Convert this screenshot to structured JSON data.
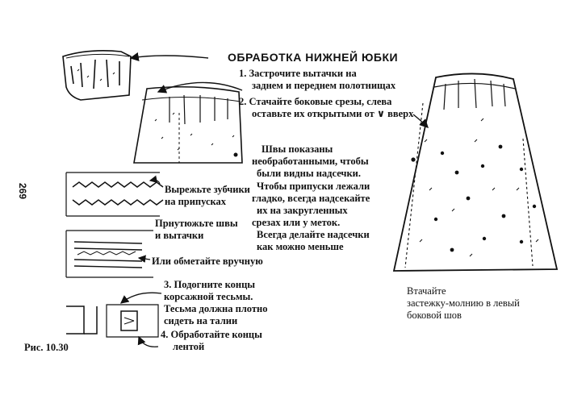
{
  "page_number": "269",
  "title": "ОБРАБОТКА НИЖНЕЙ ЮБКИ",
  "steps": {
    "step1_line1": "1. Застрочите вытачки на",
    "step1_line2": "заднем и переднем полотнищах",
    "step2_line1": "2. Стачайте боковые срезы, слева",
    "step2_line2": "оставьте их открытыми от ∨ вверх",
    "step3_line1": "3. Подогните концы",
    "step3_line2": "корсажной тесьмы.",
    "step3_line3": "Тесьма должна плотно",
    "step3_line4": "сидеть на талии",
    "step4_line1": "4. Обработайте концы",
    "step4_line2": "лентой"
  },
  "note": {
    "line1": "Швы показаны",
    "line2": "необработанными, чтобы",
    "line3": "были видны надсечки.",
    "line4": "Чтобы припуски лежали",
    "line5": "гладко, всегда надсекайте",
    "line6": "их на закругленных",
    "line7": "срезах или у меток.",
    "line8": "Всегда делайте надсечки",
    "line9": "как можно меньше"
  },
  "labels": {
    "cut_notches_line1": "Вырежьте зубчики",
    "cut_notches_line2": "на   припусках",
    "press_line1": "Прнутюжьте швы",
    "press_line2": "и  вытачки",
    "overcast": "Или обметайте вручную",
    "zipper_line1": "Втачайте",
    "zipper_line2": "застежку-молнию в левый",
    "zipper_line3": "боковой шов"
  },
  "figure_caption": "Рис. 10.30",
  "colors": {
    "ink": "#111111",
    "paper": "#ffffff"
  }
}
